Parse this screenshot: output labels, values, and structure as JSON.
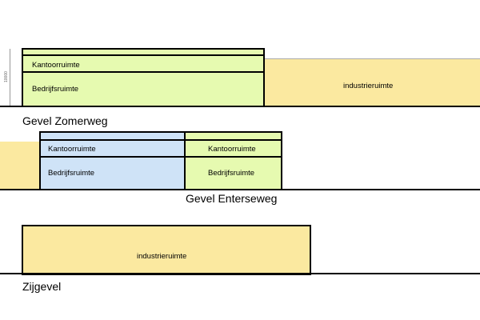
{
  "elevations": {
    "zomerweg": {
      "title": "Gevel Zomerweg",
      "dimension": "10000",
      "kantoor_label": "Kantoorruimte",
      "bedrijf_label": "Bedrijfsruimte",
      "industrie_label": "industrieruimte"
    },
    "enterseweg": {
      "title": "Gevel Enterseweg",
      "left_kantoor_label": "Kantoorruimte",
      "left_bedrijf_label": "Bedrijfsruimte",
      "right_kantoor_label": "Kantoorruimte",
      "right_bedrijf_label": "Bedrijfsruimte"
    },
    "zijgevel": {
      "title": "Zijgevel",
      "industrie_label": "industrieruimte"
    }
  },
  "colors": {
    "office_green": "#e6fab0",
    "office_blue": "#cfe3f7",
    "industrial_yellow": "#fbe9a0"
  }
}
